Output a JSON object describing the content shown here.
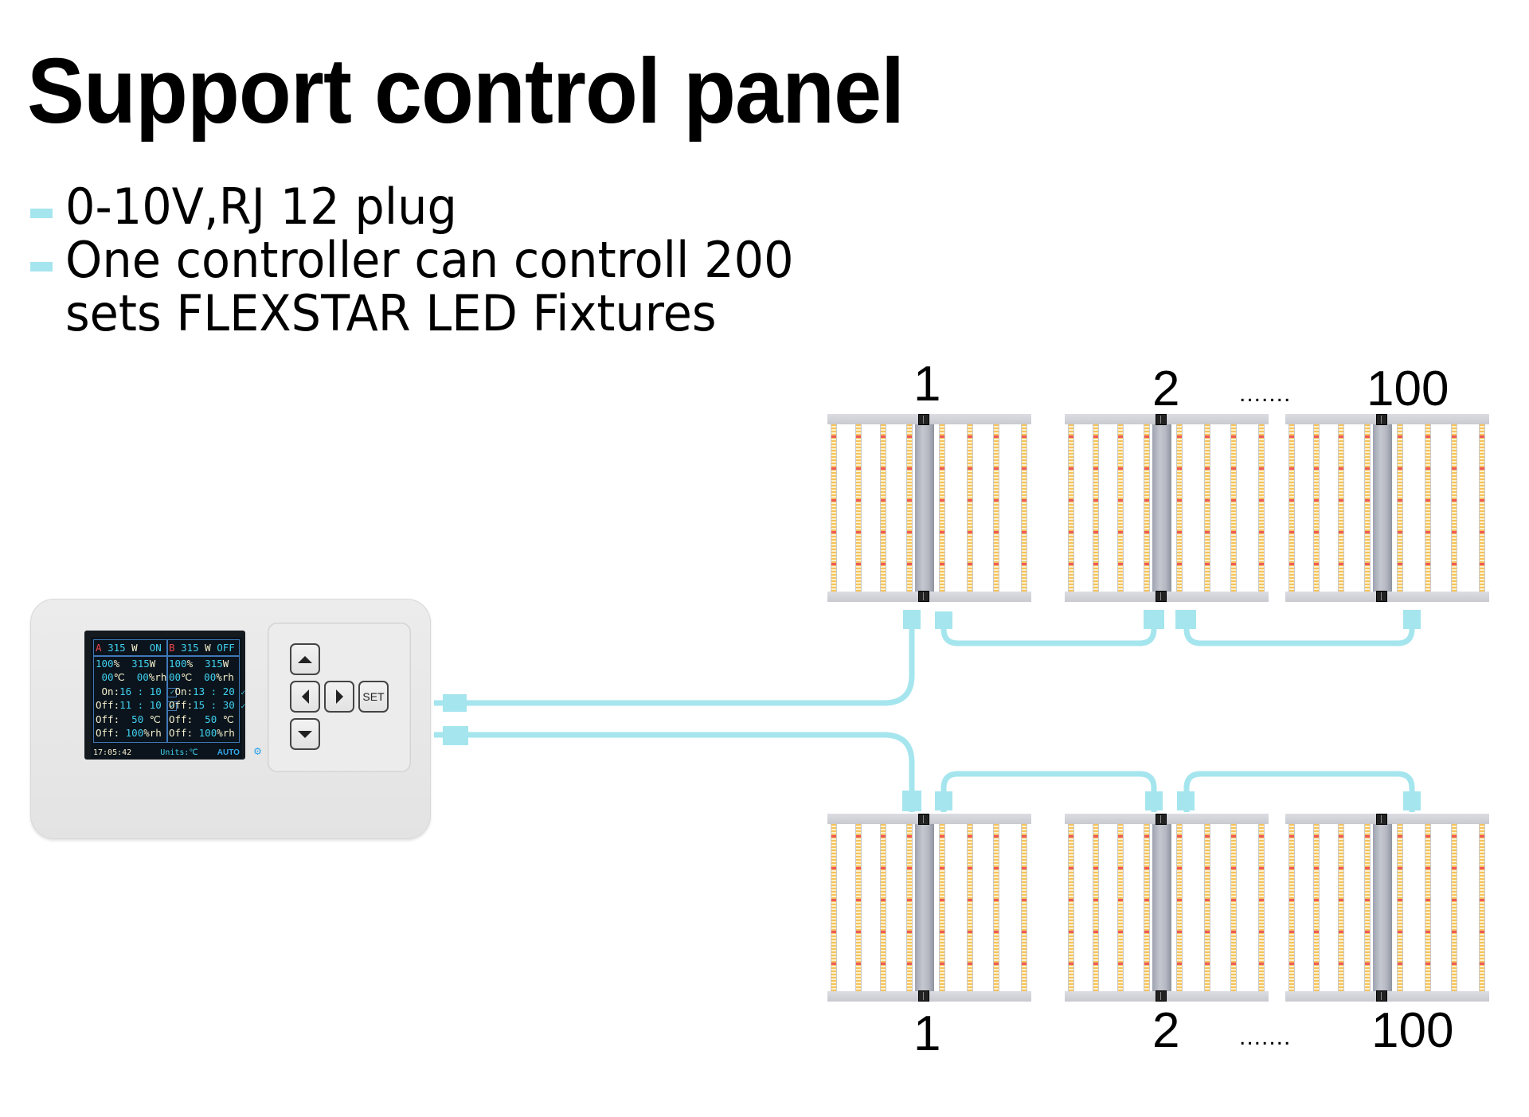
{
  "title": "Support control panel",
  "bullets": [
    "0-10V,RJ 12 plug",
    "One controller can controll 200",
    "sets FLEXSTAR LED Fixtures"
  ],
  "colors": {
    "accent_cable": "#a5e5ee",
    "screen_cyan": "#3fd0ef",
    "screen_cream": "#f4efcd",
    "screen_red": "#f0464a"
  },
  "controller": {
    "screen": {
      "channel_a": {
        "label": "A",
        "header_power": "315",
        "header_unit": "W",
        "state": "ON",
        "dim": "100",
        "dim_unit": "%",
        "power": "315",
        "power_unit": "W",
        "temp": "00",
        "temp_unit": "℃",
        "humidity": "00",
        "humidity_unit": "%rh",
        "on_label": "On:",
        "on_time": "16 : 10",
        "off_label": "Off:",
        "off_time": "11 : 10",
        "temp_off_label": "Off:",
        "temp_off": "50",
        "temp_off_unit": "℃",
        "rh_off_label": "Off:",
        "rh_off": "100",
        "rh_off_unit": "%rh"
      },
      "channel_b": {
        "label": "B",
        "header_power": "315",
        "header_unit": "W",
        "state": "OFF",
        "dim": "100",
        "dim_unit": "%",
        "power": "315",
        "power_unit": "W",
        "temp": "00",
        "temp_unit": "℃",
        "humidity": "00",
        "humidity_unit": "%rh",
        "on_label": "On:",
        "on_time": "13 : 20",
        "off_label": "Off:",
        "off_time": "15 : 30",
        "temp_off_label": "Off:",
        "temp_off": "50",
        "temp_off_unit": "℃",
        "rh_off_label": "Off:",
        "rh_off": "100",
        "rh_off_unit": "%rh"
      },
      "footer": {
        "clock": "17:05:42",
        "units_label": "Units:",
        "units_value": "℃",
        "mode": "AUTO",
        "settings_icon": "gear-icon"
      }
    },
    "keypad": {
      "up_icon": "arrow-up-icon",
      "down_icon": "arrow-down-icon",
      "left_icon": "arrow-left-icon",
      "right_icon": "arrow-right-icon",
      "set_label": "SET"
    }
  },
  "fixture_rows": {
    "top": {
      "labels": [
        "1",
        "2",
        "100"
      ],
      "ellipsis": "......."
    },
    "bottom": {
      "labels": [
        "1",
        "2",
        "100"
      ],
      "ellipsis": "......."
    }
  }
}
